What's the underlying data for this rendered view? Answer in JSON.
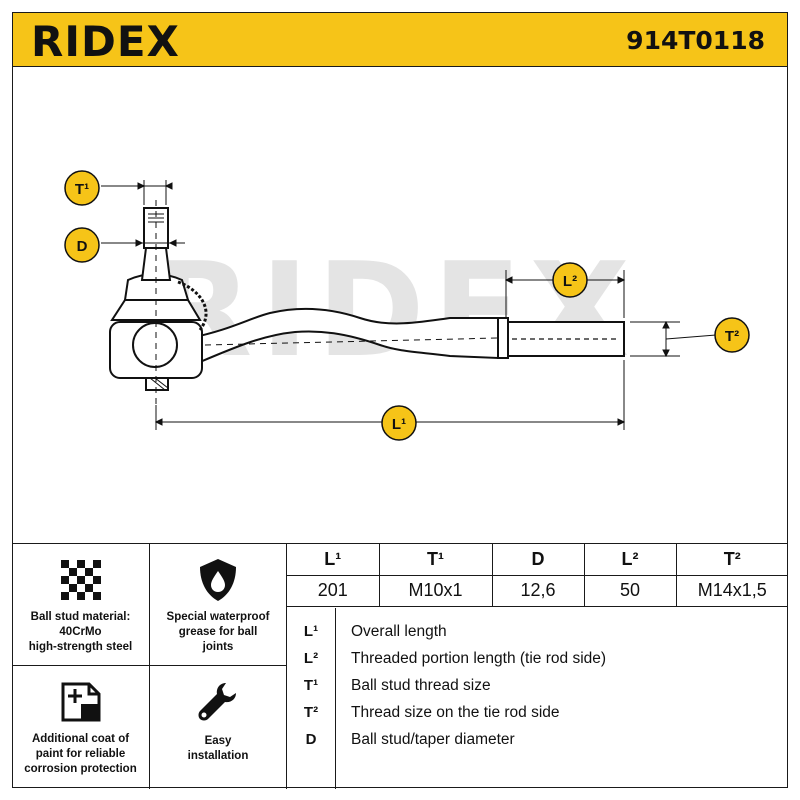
{
  "header": {
    "brand": "RIDEX",
    "part_number": "914T0118",
    "accent_color": "#f6c418"
  },
  "drawing": {
    "watermark": "RIDEX",
    "callouts": {
      "t1": "T¹",
      "d": "D",
      "l2": "L²",
      "t2": "T²",
      "l1": "L¹"
    }
  },
  "features": [
    {
      "icon": "grid-pattern-icon",
      "label": "Ball stud material:\n40CrMo\nhigh-strength steel"
    },
    {
      "icon": "shield-drop-icon",
      "label": "Special waterproof\ngrease for ball\njoints"
    },
    {
      "icon": "paint-plus-icon",
      "label": "Additional coat of\npaint for reliable\ncorrosion protection"
    },
    {
      "icon": "wrench-icon",
      "label": "Easy\ninstallation"
    }
  ],
  "spec_table": {
    "headers": [
      "L¹",
      "T¹",
      "D",
      "L²",
      "T²"
    ],
    "values": [
      "201",
      "M10x1",
      "12,6",
      "50",
      "M14x1,5"
    ]
  },
  "legend": [
    {
      "code": "L¹",
      "desc": "Overall length"
    },
    {
      "code": "L²",
      "desc": "Threaded portion length (tie rod side)"
    },
    {
      "code": "T¹",
      "desc": "Ball stud thread size"
    },
    {
      "code": "T²",
      "desc": "Thread size on the tie rod side"
    },
    {
      "code": "D",
      "desc": "Ball stud/taper diameter"
    }
  ]
}
